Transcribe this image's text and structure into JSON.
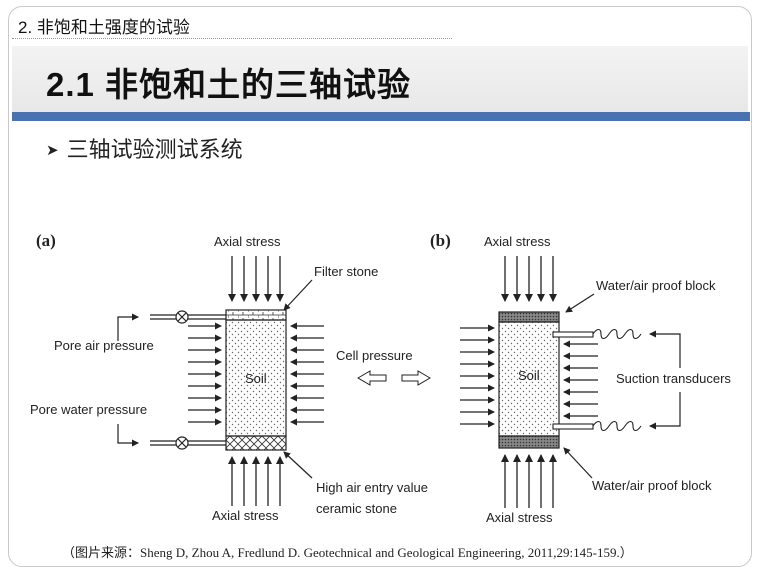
{
  "slide": {
    "section": "2. 非饱和土强度的试验",
    "title": "2.1 非饱和土的三轴试验",
    "bullet": "三轴试验测试系统",
    "caption": "（图片来源：Sheng D, Zhou A, Fredlund D. Geotechnical and Geological Engineering, 2011,29:145-159.）"
  },
  "figure": {
    "panel_a": {
      "tag": "(a)",
      "axial_top": "Axial stress",
      "filter_stone": "Filter stone",
      "pore_air": "Pore air pressure",
      "soil": "Soil",
      "cell_pressure": "Cell pressure",
      "pore_water": "Pore water pressure",
      "high_air_1": "High air entry value",
      "high_air_2": "ceramic stone",
      "axial_bottom": "Axial stress"
    },
    "panel_b": {
      "tag": "(b)",
      "axial_top": "Axial stress",
      "proof_top": "Water/air proof block",
      "soil": "Soil",
      "suction": "Suction transducers",
      "proof_bottom": "Water/air proof block",
      "axial_bottom": "Axial stress"
    }
  }
}
